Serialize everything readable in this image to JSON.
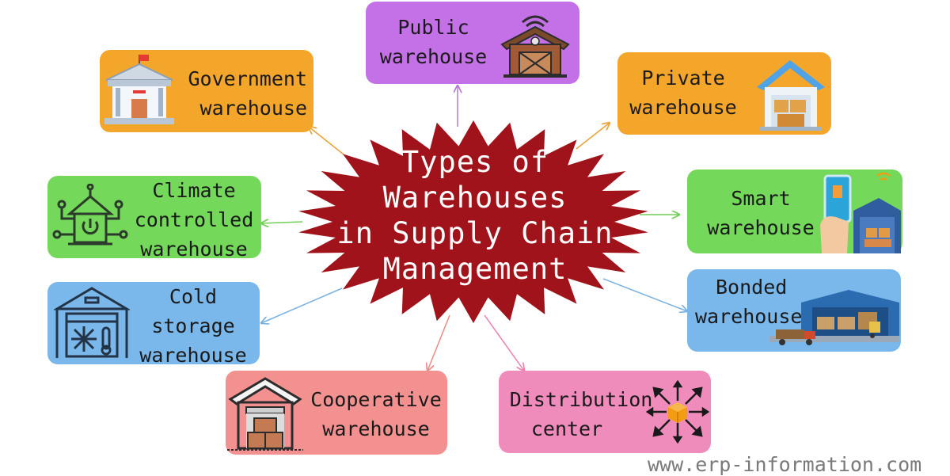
{
  "diagram": {
    "center": {
      "lines": [
        "Types of",
        "Warehouses",
        "in Supply Chain",
        "Management"
      ],
      "color": "#a0131a"
    },
    "nodes": [
      {
        "id": "public",
        "lines": [
          "Public",
          "warehouse"
        ],
        "color": "#c471e8",
        "icon": "warehouse-wifi-icon"
      },
      {
        "id": "government",
        "lines": [
          "Government",
          "warehouse"
        ],
        "color": "#f4a62a",
        "icon": "government-building-icon"
      },
      {
        "id": "private",
        "lines": [
          "Private",
          "warehouse"
        ],
        "color": "#f4a62a",
        "icon": "private-house-boxes-icon"
      },
      {
        "id": "climate",
        "lines": [
          "Climate",
          "controlled",
          "warehouse"
        ],
        "color": "#74d85a",
        "icon": "smart-home-power-icon"
      },
      {
        "id": "smart",
        "lines": [
          "Smart",
          "warehouse"
        ],
        "color": "#74d85a",
        "icon": "phone-warehouse-icon"
      },
      {
        "id": "cold",
        "lines": [
          "Cold",
          "storage",
          "warehouse"
        ],
        "color": "#7ab8ec",
        "icon": "cold-storage-snowflake-icon"
      },
      {
        "id": "bonded",
        "lines": [
          "Bonded",
          "warehouse"
        ],
        "color": "#7ab8ec",
        "icon": "bonded-warehouse-forklift-icon"
      },
      {
        "id": "cooperative",
        "lines": [
          "Cooperative",
          "warehouse"
        ],
        "color": "#f39190",
        "icon": "cooperative-warehouse-icon"
      },
      {
        "id": "distribution",
        "lines": [
          "Distribution",
          "center"
        ],
        "color": "#f08cbc",
        "icon": "distribution-box-arrows-icon"
      }
    ],
    "watermark": "www.erp-information.com"
  }
}
